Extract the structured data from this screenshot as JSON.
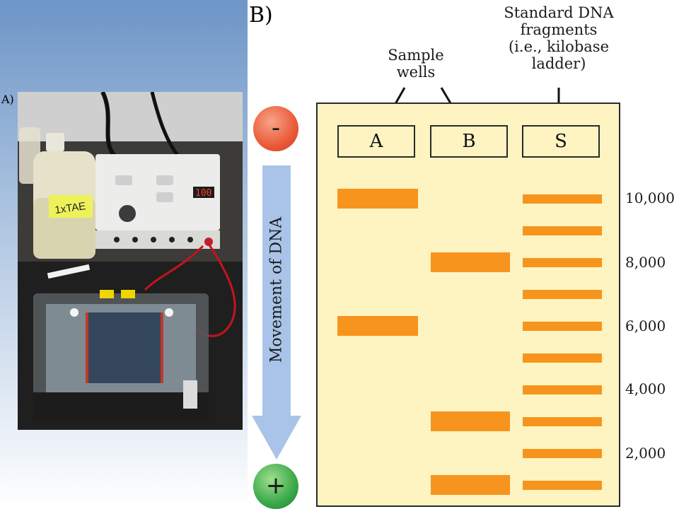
{
  "panel_a": {
    "label": "A)",
    "bottle_label": "1xTAE",
    "display_value": "100"
  },
  "panel_b": {
    "label": "B)",
    "sample_wells_label": [
      "Sample",
      "wells"
    ],
    "ladder_label": [
      "Standard DNA",
      "fragments",
      "(i.e., kilobase",
      "ladder)"
    ],
    "wells": [
      "A",
      "B",
      "S"
    ],
    "negative_symbol": "-",
    "positive_symbol": "+",
    "movement_label": "Movement of DNA",
    "size_labels": [
      "10,000",
      "8,000",
      "6,000",
      "4,000",
      "2,000"
    ],
    "colors": {
      "gel": "#fdf4c2",
      "band": "#f7941d",
      "arrow": "#a9c4e8",
      "negative_pole": "#ea5a38",
      "positive_pole": "#3aa84a"
    },
    "lanes": {
      "A": [
        10000,
        6000
      ],
      "B": [
        8000,
        3000,
        1000
      ],
      "S": [
        10000,
        9000,
        8000,
        7000,
        6000,
        5000,
        4000,
        3000,
        2000,
        1000
      ]
    }
  }
}
